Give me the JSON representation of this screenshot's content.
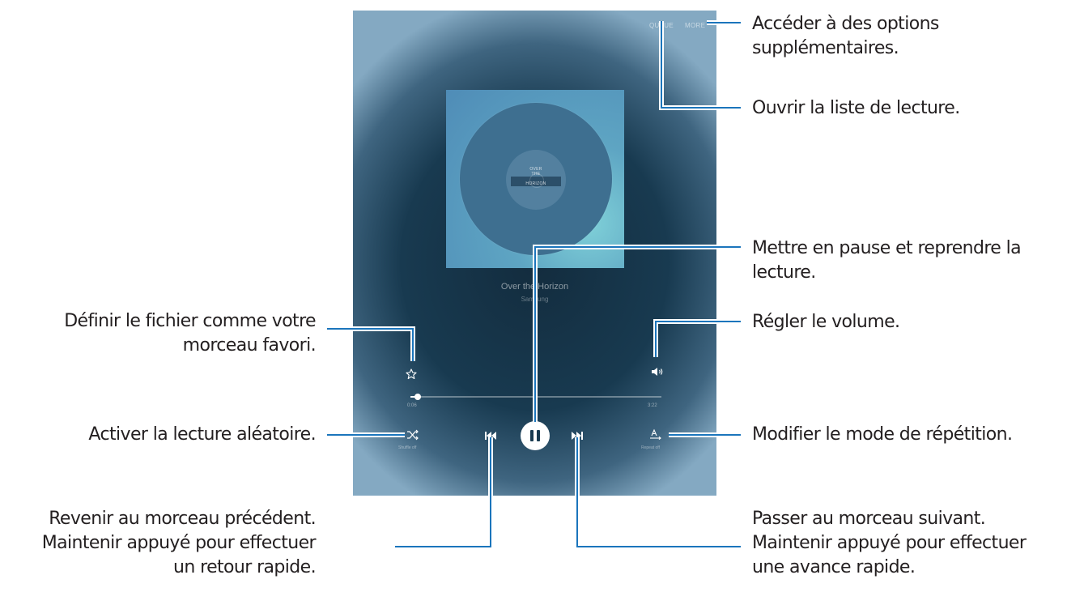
{
  "screen": {
    "toolbar": {
      "queue_label": "QUEUE",
      "more_label": "MORE"
    },
    "album_art_text": [
      "OVER",
      "THE",
      "HORIZON"
    ],
    "song": {
      "title": "Over the Horizon",
      "artist": "Samsung"
    },
    "progress": {
      "elapsed": "0:06",
      "total": "3:22",
      "fraction": 0.03
    },
    "shuffle_label": "Shuffle off",
    "repeat_label": "Repeat off"
  },
  "icons": [
    "star-icon",
    "volume-icon",
    "shuffle-icon",
    "previous-icon",
    "pause-icon",
    "next-icon",
    "repeat-icon"
  ],
  "callouts": {
    "more_options": [
      "Accéder à des options",
      "supplémentaires."
    ],
    "playlist": [
      "Ouvrir la liste de lecture."
    ],
    "pause_resume": [
      "Mettre en pause et reprendre la",
      "lecture."
    ],
    "favorite": [
      "Définir le fichier comme votre",
      "morceau favori."
    ],
    "volume": [
      "Régler le volume."
    ],
    "shuffle": [
      "Activer la lecture aléatoire."
    ],
    "repeat": [
      "Modifier le mode de répétition."
    ],
    "previous": [
      "Revenir au morceau précédent.",
      "Maintenir appuyé pour effectuer",
      "un retour rapide."
    ],
    "next": [
      "Passer au morceau suivant.",
      "Maintenir appuyé pour effectuer",
      "une avance rapide."
    ]
  },
  "colors": {
    "callout_line": "#1b75bc",
    "text": "#231f20"
  }
}
